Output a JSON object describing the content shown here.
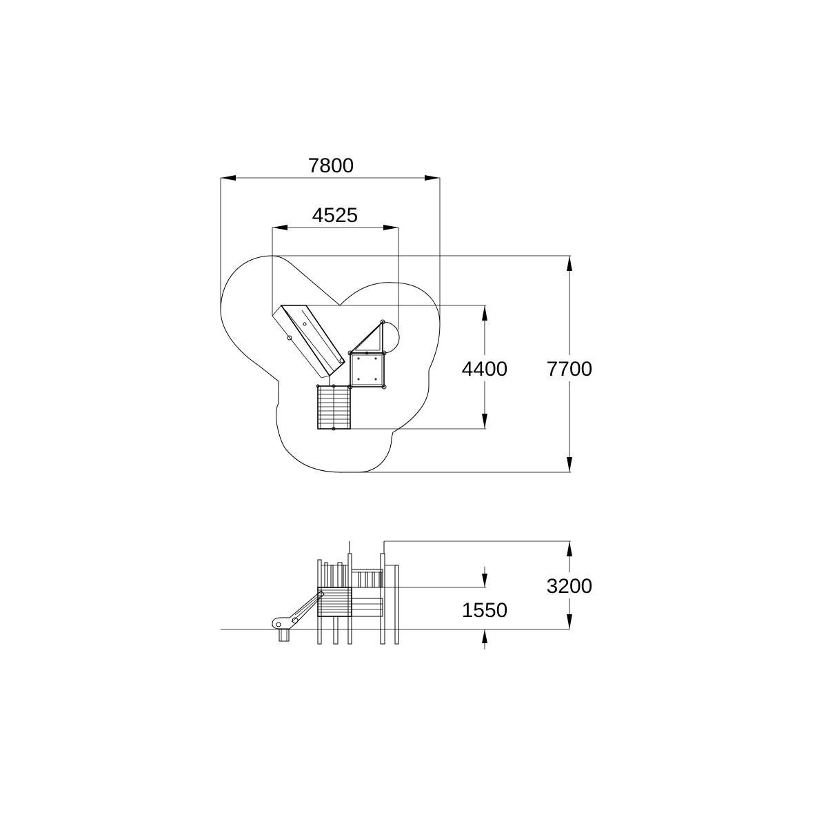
{
  "drawing": {
    "plan_view": {
      "dimensions": {
        "overall_width": "7800",
        "inner_width": "4525",
        "inner_depth": "4400",
        "overall_depth": "7700"
      }
    },
    "elevation_view": {
      "dimensions": {
        "overall_height": "3200",
        "platform_height": "1550"
      }
    },
    "colors": {
      "line": "#000000",
      "background": "#ffffff"
    }
  }
}
